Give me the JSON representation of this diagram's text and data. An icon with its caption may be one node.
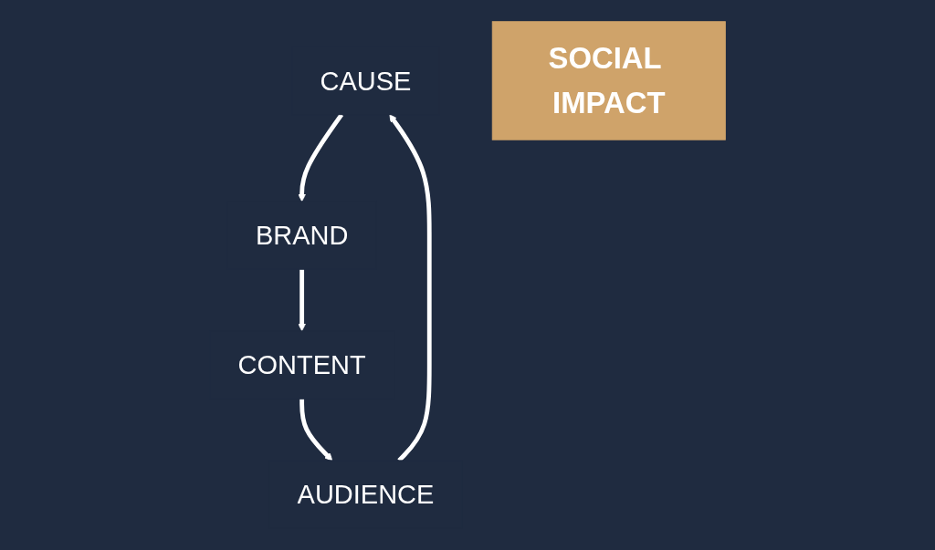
{
  "diagram": {
    "nodes": [
      {
        "text": [
          "CAUSE"
        ]
      },
      {
        "text": [
          "AUDIENCE"
        ]
      },
      {
        "text": [
          "SOCIAL IMPACT"
        ]
      },
      {
        "text": [
          "BRAND"
        ]
      },
      {
        "text": [
          "CONTENT"
        ]
      }
    ],
    "edges": [
      {
        "from": 0,
        "to": 3,
        "arrow": "to"
      },
      {
        "from": 3,
        "to": 4,
        "arrow": "to"
      },
      {
        "from": 4,
        "to": 1,
        "arrow": "to"
      },
      {
        "from": 1,
        "to": 0,
        "arrow": "to"
      }
    ]
  }
}
